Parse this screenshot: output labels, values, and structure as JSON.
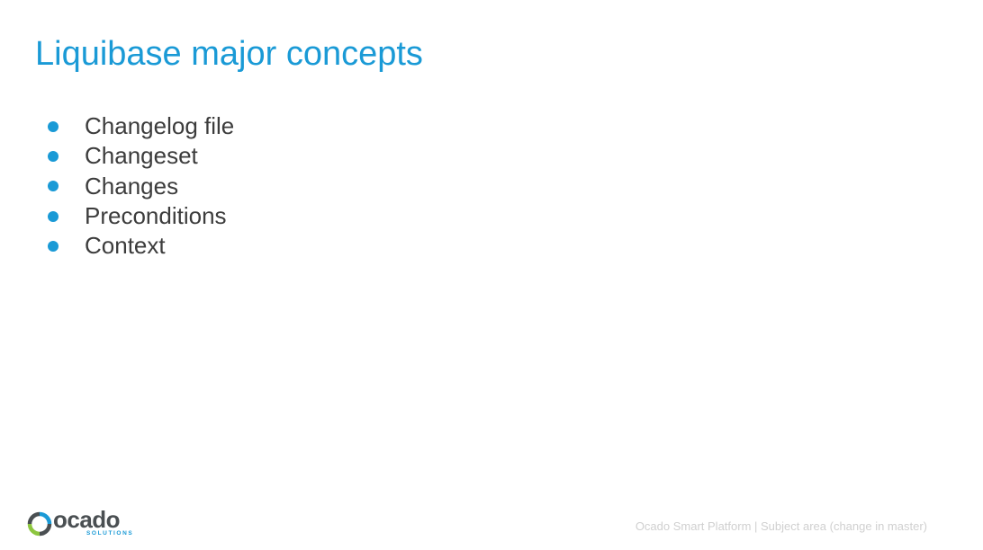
{
  "slide": {
    "title": "Liquibase major concepts",
    "bullets": [
      {
        "label": "Changelog file"
      },
      {
        "label": "Changeset"
      },
      {
        "label": "Changes"
      },
      {
        "label": "Preconditions"
      },
      {
        "label": "Context"
      }
    ],
    "footer": "Ocado Smart Platform | Subject area (change in master)"
  },
  "logo": {
    "wordmark": "ocado",
    "subtext": "SOLUTIONS"
  },
  "colors": {
    "accent": "#1a9ad6",
    "body_text": "#3c3c3c",
    "footer_text": "#d0d0d0",
    "logo_gray": "#4a4f52",
    "logo_green": "#8dc63f",
    "logo_blue": "#1a9ad6"
  }
}
